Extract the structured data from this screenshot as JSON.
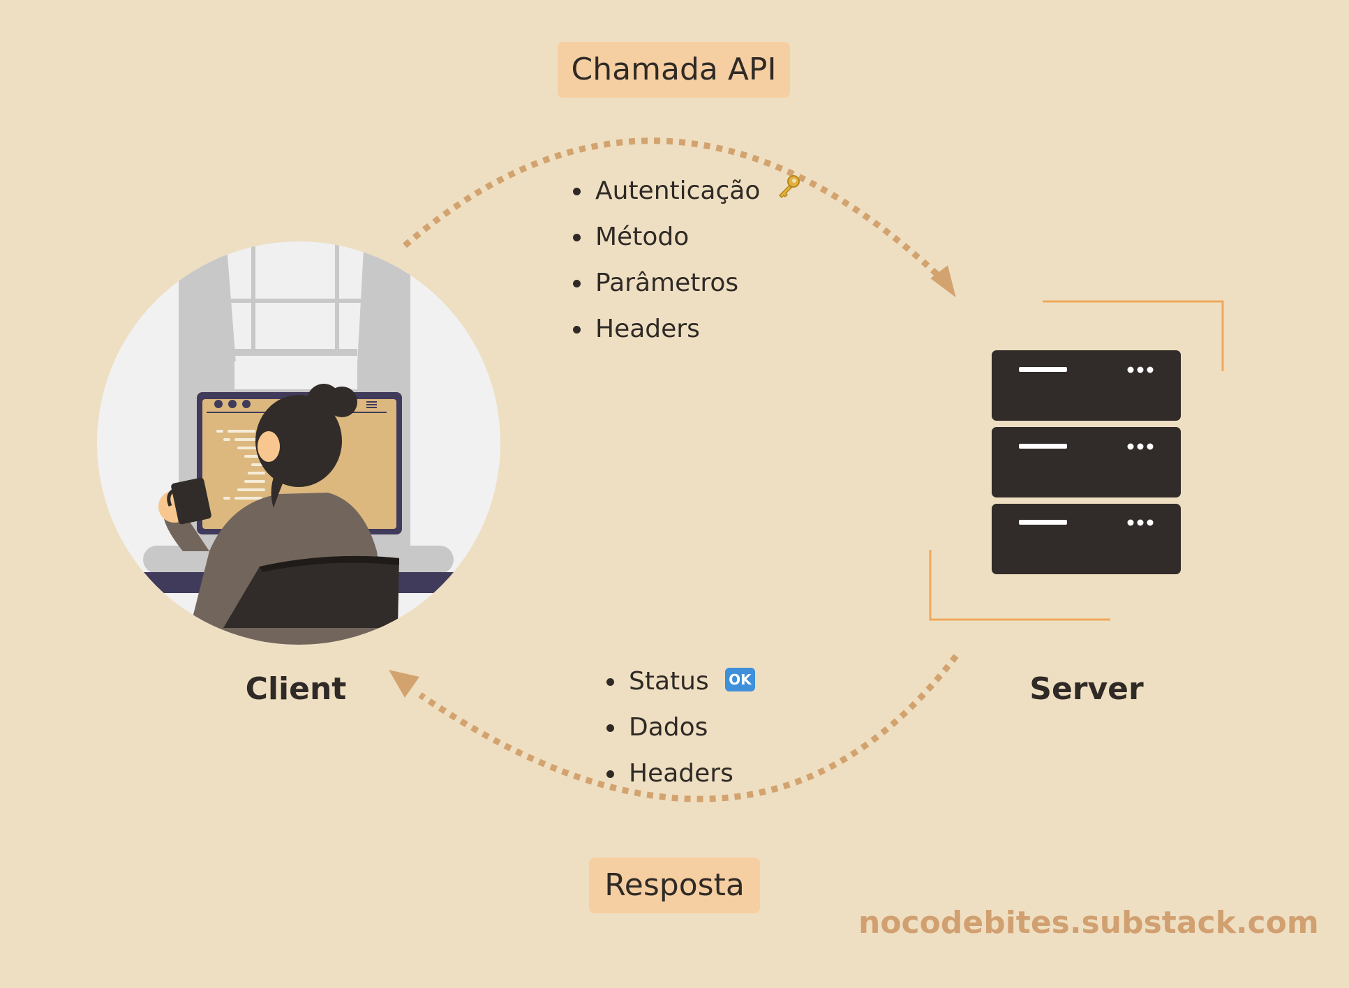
{
  "request": {
    "title": "Chamada API",
    "items": [
      "Autenticação",
      "Método",
      "Parâmetros",
      "Headers"
    ],
    "auth_icon": "key-icon"
  },
  "response": {
    "title": "Resposta",
    "items": [
      "Status",
      "Dados",
      "Headers"
    ],
    "status_badge": "OK"
  },
  "nodes": {
    "client": "Client",
    "server": "Server"
  },
  "footer": {
    "site": "nocodebites.substack.com"
  },
  "colors": {
    "background": "#efdfc2",
    "tag_fill": "#f5cfa2",
    "arrow": "#d3a36f",
    "bracket": "#efa85b",
    "server_dark": "#312c29",
    "text": "#2f2a26",
    "watermark": "#d1a071"
  }
}
